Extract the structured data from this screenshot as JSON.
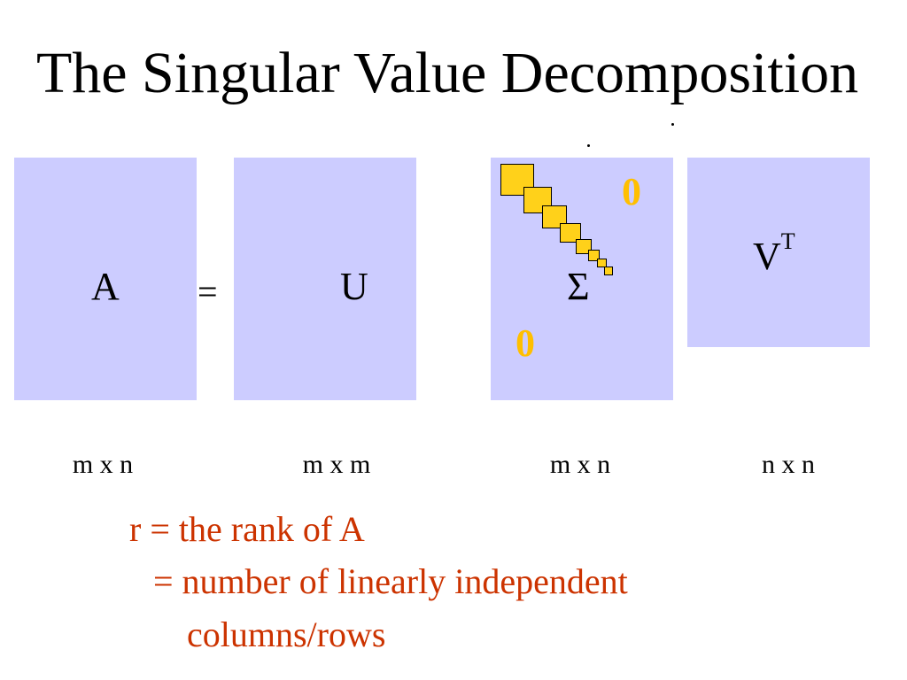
{
  "title": "The Singular Value Decomposition",
  "equation": {
    "A": "A",
    "equals": "=",
    "U": "U",
    "Sigma": "Σ",
    "V": "V",
    "V_superscript": "T"
  },
  "sigma_zeros": {
    "upper": "0",
    "lower": "0"
  },
  "dimensions": [
    "m x n",
    "m x m",
    "m x n",
    "n x n"
  ],
  "rank_note": {
    "line1": "r = the rank of A",
    "line2": "= number of linearly independent",
    "line3": "columns/rows"
  },
  "colors": {
    "matrix_fill": "#ccccff",
    "singular_value_fill": "#ffd11a",
    "zero_text": "#ffbf00",
    "note_text": "#cc3300"
  }
}
